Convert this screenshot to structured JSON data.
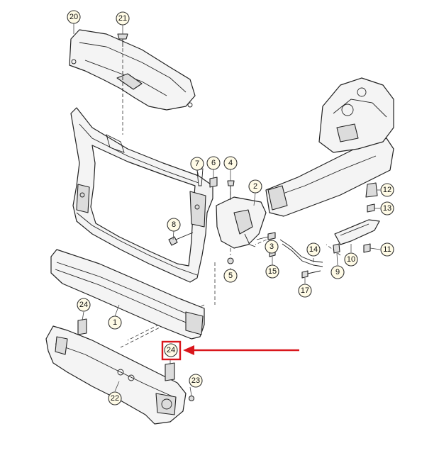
{
  "callouts": [
    {
      "id": "c20",
      "label": "20"
    },
    {
      "id": "c21",
      "label": "21"
    },
    {
      "id": "c7",
      "label": "7"
    },
    {
      "id": "c6",
      "label": "6"
    },
    {
      "id": "c4",
      "label": "4"
    },
    {
      "id": "c2",
      "label": "2"
    },
    {
      "id": "c8",
      "label": "8"
    },
    {
      "id": "c5",
      "label": "5"
    },
    {
      "id": "c3",
      "label": "3"
    },
    {
      "id": "c15",
      "label": "15"
    },
    {
      "id": "c14",
      "label": "14"
    },
    {
      "id": "c17",
      "label": "17"
    },
    {
      "id": "c9",
      "label": "9"
    },
    {
      "id": "c10",
      "label": "10"
    },
    {
      "id": "c11",
      "label": "11"
    },
    {
      "id": "c12",
      "label": "12"
    },
    {
      "id": "c13",
      "label": "13"
    },
    {
      "id": "c24a",
      "label": "24"
    },
    {
      "id": "c1",
      "label": "1"
    },
    {
      "id": "c24b",
      "label": "24"
    },
    {
      "id": "c22",
      "label": "22"
    },
    {
      "id": "c23",
      "label": "23"
    }
  ],
  "highlight": {
    "label": "24",
    "color": "#d9161c"
  }
}
